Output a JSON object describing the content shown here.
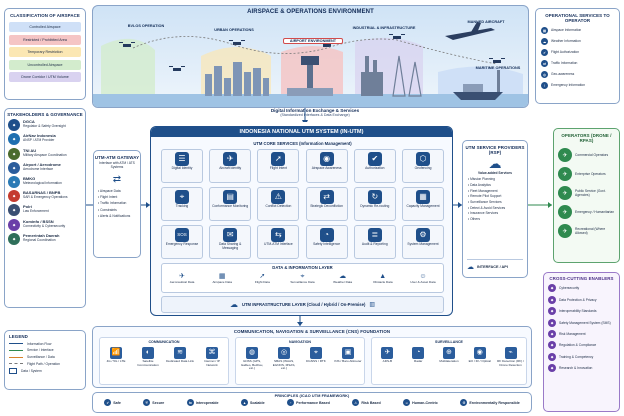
{
  "classification": {
    "title": "CLASSIFICATION OF AIRSPACE",
    "items": [
      {
        "label": "Controlled Airspace",
        "bg": "#cfe0f7"
      },
      {
        "label": "Restricted / Prohibited Area",
        "bg": "#f5c5c5"
      },
      {
        "label": "Temporary Restriction",
        "bg": "#fbe7b3"
      },
      {
        "label": "Uncontrolled Airspace",
        "bg": "#d3eccd"
      },
      {
        "label": "Drone Corridor / UTM Volume",
        "bg": "#d9d2f0"
      }
    ]
  },
  "environment": {
    "title": "AIRSPACE & OPERATIONS ENVIRONMENT",
    "zones": [
      "BVLOS OPERATION",
      "URBAN OPERATIONS",
      "AIRPORT ENVIRONMENT",
      "INDUSTRIAL & INFRASTRUCTURE",
      "MANNED AIRCRAFT",
      "MARITIME OPERATIONS"
    ]
  },
  "operational_services": {
    "title": "OPERATIONAL SERVICES TO OPERATOR",
    "items": [
      {
        "label": "Airspace Information",
        "icon": "map-icon"
      },
      {
        "label": "Weather Information",
        "icon": "cloud-icon"
      },
      {
        "label": "Flight Authorization",
        "icon": "check-icon"
      },
      {
        "label": "Traffic Information",
        "icon": "traffic-icon"
      },
      {
        "label": "Geo-awareness",
        "icon": "globe-icon"
      },
      {
        "label": "Emergency Information",
        "icon": "alert-icon"
      }
    ]
  },
  "stakeholders": {
    "title": "STAKEHOLDERS & GOVERNANCE",
    "items": [
      {
        "name": "DGCA",
        "desc": "Regulator & Safety Oversight"
      },
      {
        "name": "AirNav Indonesia",
        "desc": "ANSP / ATM Provider"
      },
      {
        "name": "TNI AU",
        "desc": "Military Airspace Coordination"
      },
      {
        "name": "Airport / Aerodrome",
        "desc": "Aerodrome Interface"
      },
      {
        "name": "BMKG",
        "desc": "Meteorological Information"
      },
      {
        "name": "BASARNAS / BNPB",
        "desc": "SAR & Emergency Operations"
      },
      {
        "name": "Polri",
        "desc": "Law Enforcement"
      },
      {
        "name": "Kominfo / BSSN",
        "desc": "Connectivity & Cybersecurity"
      },
      {
        "name": "Pemerintah Daerah",
        "desc": "Regional Coordination"
      }
    ]
  },
  "gateway": {
    "title": "UTM-ATM GATEWAY",
    "subtitle": "Interface with ATM / ATS Systems",
    "items": [
      "Airspace Data",
      "Flight Intent",
      "Traffic Information",
      "Constraints",
      "Alerts & Notifications"
    ]
  },
  "dix": {
    "title": "Digital Information Exchange & Services",
    "subtitle": "(Standardized Interfaces & Data Exchange)"
  },
  "core": {
    "system_title": "INDONESIA NATIONAL UTM SYSTEM (IN-UTM)",
    "services_title": "UTM CORE SERVICES (Information Management)",
    "tiles": [
      {
        "label": "Digital Identity",
        "glyph": "☰"
      },
      {
        "label": "Aircraft Identity",
        "glyph": "✈"
      },
      {
        "label": "Flight Intent",
        "glyph": "➚"
      },
      {
        "label": "Airspace Awareness",
        "glyph": "◉"
      },
      {
        "label": "Authorization",
        "glyph": "✔"
      },
      {
        "label": "Geofencing",
        "glyph": "⬡"
      },
      {
        "label": "Tracking",
        "glyph": "⌖"
      },
      {
        "label": "Conformance Monitoring",
        "glyph": "▤"
      },
      {
        "label": "Conflict Detection",
        "glyph": "⚠"
      },
      {
        "label": "Strategic Deconfliction",
        "glyph": "⇄"
      },
      {
        "label": "Dynamic Re-routing",
        "glyph": "↻"
      },
      {
        "label": "Capacity Management",
        "glyph": "▦"
      },
      {
        "label": "Emergency Response",
        "glyph": "SOS"
      },
      {
        "label": "Data Sharing & Messaging",
        "glyph": "✉"
      },
      {
        "label": "UTM-ATM Interface",
        "glyph": "⇆"
      },
      {
        "label": "Safety Intelligence",
        "glyph": "◔"
      },
      {
        "label": "Audit & Reporting",
        "glyph": "≣"
      },
      {
        "label": "System Management",
        "glyph": "⚙"
      }
    ]
  },
  "data_layer": {
    "title": "DATA & INFORMATION LAYER",
    "items": [
      "Aeronautical Data",
      "Airspace Data",
      "Flight Data",
      "Surveillance Data",
      "Weather Data",
      "Obstacle Data",
      "User & Asset Data"
    ]
  },
  "infra": {
    "title": "UTM INFRASTRUCTURE LAYER (Cloud / Hybrid / On-Premise)"
  },
  "rsp": {
    "title": "UTM SERVICE PROVIDERS (RSP)",
    "subtitle": "Value-added Services",
    "items": [
      "Mission Planning",
      "Data Analytics",
      "Fleet Management",
      "Remote Pilot Support",
      "Surveillance Services",
      "Detect & Avoid Services",
      "Insurance Services",
      "Others"
    ],
    "interface": "INTERFACE / API"
  },
  "operators": {
    "title": "OPERATORS (DRONE / RPAS)",
    "items": [
      "Commercial Operators",
      "Enterprise Operators",
      "Public Service (Govt. Agencies)",
      "Emergency / Humanitarian",
      "Recreational (Where Allowed)"
    ]
  },
  "cross": {
    "title": "CROSS-CUTTING ENABLERS",
    "items": [
      "Cybersecurity",
      "Data Protection & Privacy",
      "Interoperability Standards",
      "Safety Management System (SMS)",
      "Risk Management",
      "Regulation & Compliance",
      "Training & Competency",
      "Research & Innovation"
    ]
  },
  "legend": {
    "title": "LEGEND",
    "items": [
      {
        "label": "Information Flow",
        "color": "#1f4f8a"
      },
      {
        "label": "Service / Interface",
        "color": "#2f8a4f"
      },
      {
        "label": "Surveillance / Data",
        "color": "#d9822b"
      },
      {
        "label": "Flight Path / Operation",
        "color": "#7a7a7a"
      },
      {
        "label": "Data / System",
        "color": "#1f4f8a"
      }
    ]
  },
  "cns": {
    "title": "COMMUNICATION, NAVIGATION & SURVEILLANCE (CNS) FOUNDATION",
    "communication": {
      "title": "COMMUNICATION",
      "items": [
        "4G / 5G / LTE",
        "Satellite Communication",
        "Dedicated Data Link",
        "Internet / IP Network"
      ]
    },
    "navigation": {
      "title": "NAVIGATION",
      "items": [
        "GNSS (GPS, Galileo, BeiDou, etc.)",
        "SBAS (WAAS, EGNOS, MSAS, etc.)",
        "DGNSS / RTK",
        "INS / Baro Altimeter"
      ]
    },
    "surveillance": {
      "title": "SURVEILLANCE",
      "items": [
        "ADS-B",
        "Radar",
        "Multilateration",
        "EO / IR / Optical",
        "RF Detection (RF) / Drone Detection"
      ]
    }
  },
  "principles": {
    "title": "PRINCIPLES (ICAO UTM FRAMEWORK)",
    "items": [
      "Safe",
      "Secure",
      "Interoperable",
      "Scalable",
      "Performance Based",
      "Risk Based",
      "Human-Centric",
      "Environmentally Responsible"
    ]
  }
}
